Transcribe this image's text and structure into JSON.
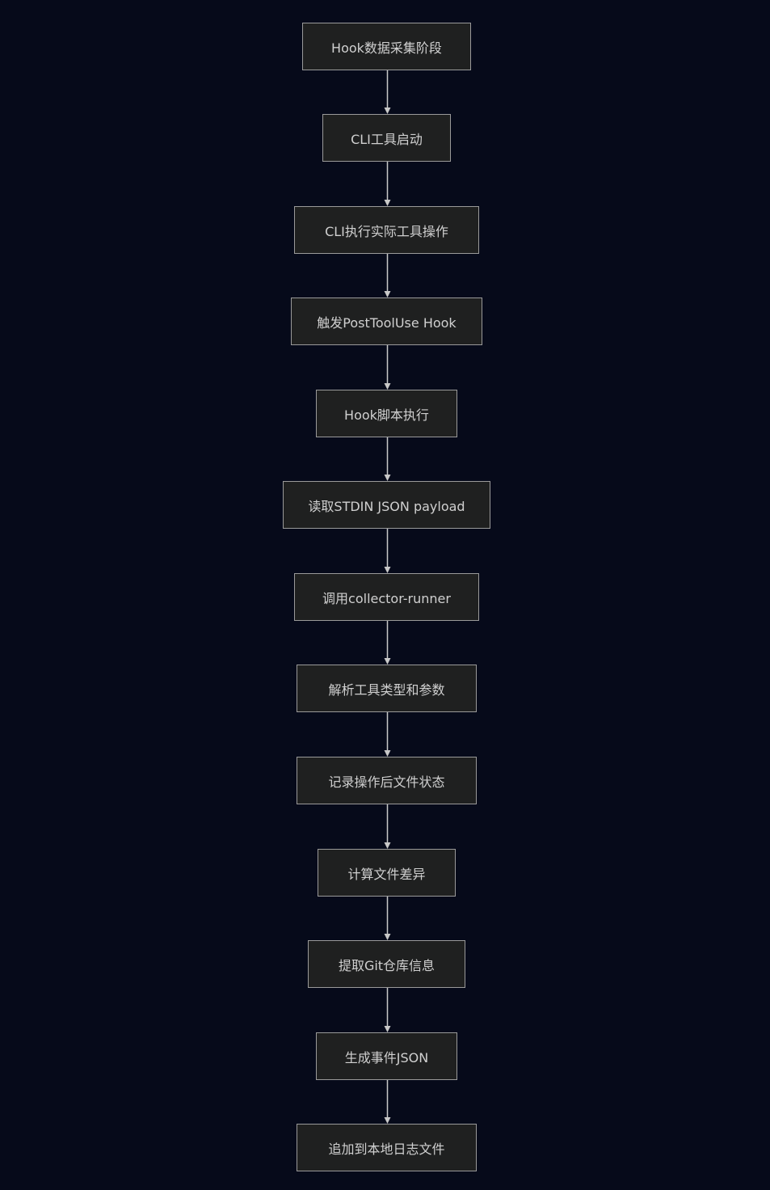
{
  "diagram": {
    "type": "flowchart",
    "direction": "top-to-bottom",
    "colors": {
      "background": "#060a1a",
      "node_fill": "#1f2020",
      "node_border": "#9a9a9a",
      "text": "#d0d0d0",
      "edge": "#c8c8c8"
    },
    "nodes": [
      {
        "label": "Hook数据采集阶段"
      },
      {
        "label": "CLI工具启动"
      },
      {
        "label": "CLI执行实际工具操作"
      },
      {
        "label": "触发PostToolUse Hook"
      },
      {
        "label": "Hook脚本执行"
      },
      {
        "label": "读取STDIN JSON payload"
      },
      {
        "label": "调用collector-runner"
      },
      {
        "label": "解析工具类型和参数"
      },
      {
        "label": "记录操作后文件状态"
      },
      {
        "label": "计算文件差异"
      },
      {
        "label": "提取Git仓库信息"
      },
      {
        "label": "生成事件JSON"
      },
      {
        "label": "追加到本地日志文件"
      }
    ]
  }
}
